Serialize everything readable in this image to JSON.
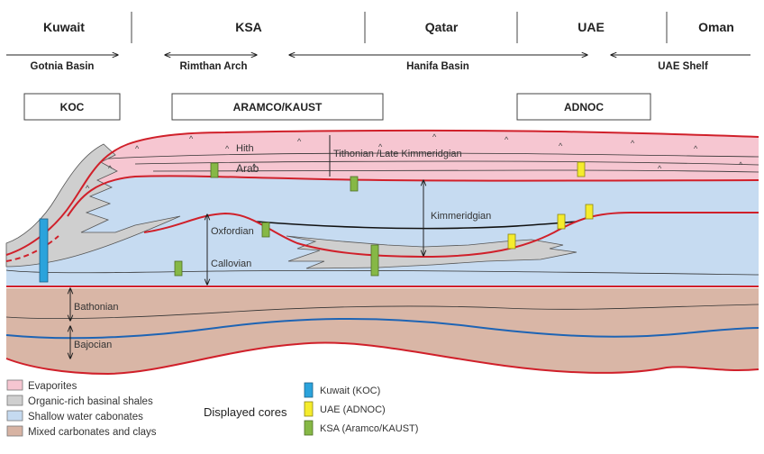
{
  "header": {
    "countries": [
      "Kuwait",
      "KSA",
      "Qatar",
      "UAE",
      "Oman"
    ],
    "basins": [
      "Gotnia Basin",
      "Rimthan Arch",
      "Hanifa Basin",
      "UAE Shelf"
    ],
    "companies": [
      "KOC",
      "ARAMCO/KAUST",
      "ADNOC"
    ]
  },
  "formations": {
    "hith": "Hith",
    "arab": "Arab"
  },
  "stages": {
    "tithonian": "Tithonian /Late Kimmeridgian",
    "kimmeridgian": "Kimmeridgian",
    "oxfordian": "Oxfordian",
    "callovian": "Callovian",
    "bathonian": "Bathonian",
    "bajocian": "Bajocian"
  },
  "legend": {
    "facies": [
      {
        "label": "Evaporites",
        "color": "#f6c6d1"
      },
      {
        "label": "Organic-rich basinal shales",
        "color": "#cfcfcf"
      },
      {
        "label": "Shallow water cabonates",
        "color": "#c5daf0"
      },
      {
        "label": "Mixed carbonates and clays",
        "color": "#d7b3a3"
      }
    ],
    "cores_title": "Displayed cores",
    "cores": [
      {
        "label": "Kuwait (KOC)",
        "color": "#2ba3dc"
      },
      {
        "label": "UAE (ADNOC)",
        "color": "#f5ec2c"
      },
      {
        "label": "KSA (Aramco/KAUST)",
        "color": "#86b846"
      }
    ]
  }
}
